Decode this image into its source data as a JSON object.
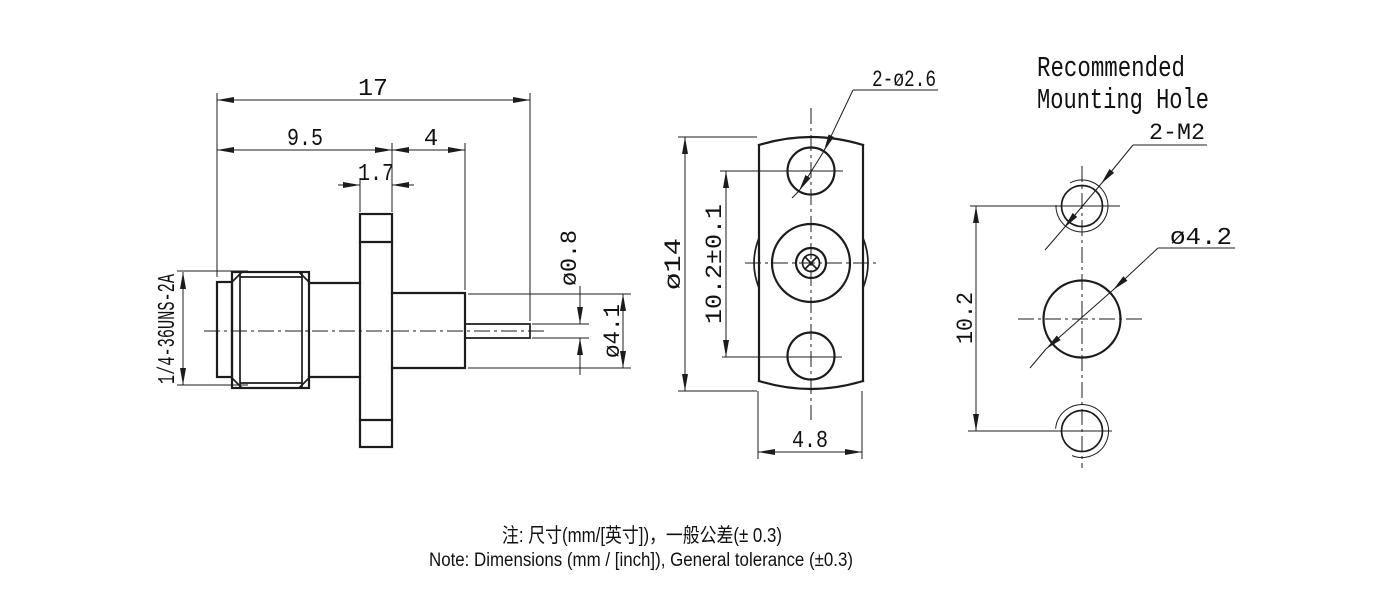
{
  "meta": {
    "background_color": "#ffffff",
    "line_color": "#1c1c1c"
  },
  "side_view": {
    "thread_label": "1/4-36UNS-2A",
    "dim_overall_length": "17",
    "dim_front_length": "9.5",
    "dim_rear_length": "4",
    "dim_flange_thickness": "1.7",
    "dim_pin_diameter": "ø0.8",
    "dim_rear_body_diameter": "ø4.1"
  },
  "front_view": {
    "dim_hole_callout": "2-ø2.6",
    "dim_flange_diameter": "ø14",
    "dim_hole_spacing": "10.2±0.1",
    "dim_flange_width": "4.8"
  },
  "mounting_view": {
    "title_line1": "Recommended",
    "title_line2": "Mounting Hole",
    "dim_tap_callout": "2-M2",
    "dim_center_hole_diameter": "ø4.2",
    "dim_hole_spacing": "10.2"
  },
  "notes": {
    "line1": "注: 尺寸(mm/[英寸])，一般公差(± 0.3)",
    "line2": "Note: Dimensions (mm / [inch]), General tolerance (±0.3)"
  }
}
